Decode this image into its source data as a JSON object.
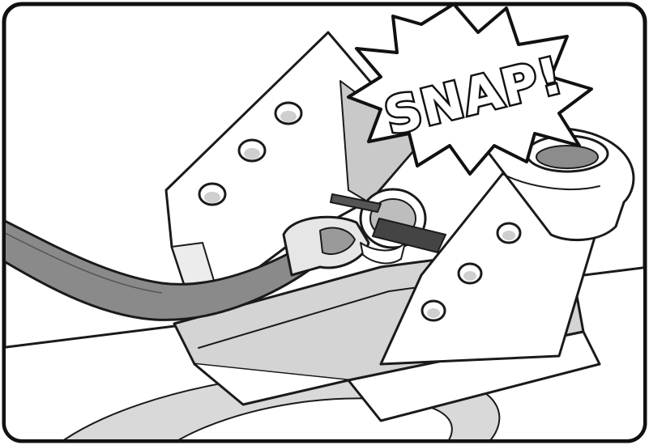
{
  "scene": {
    "caption": "SNAP!",
    "colors": {
      "outline": "#1a1a1a",
      "frame_border": "#111111",
      "background": "#ffffff",
      "strap": "#8a8a8a",
      "shadow": "#c4c4c4",
      "light_gray": "#d9d9d9"
    },
    "icons": [
      "starburst-icon",
      "bracket",
      "mounting-holes",
      "strap",
      "buckle"
    ]
  }
}
